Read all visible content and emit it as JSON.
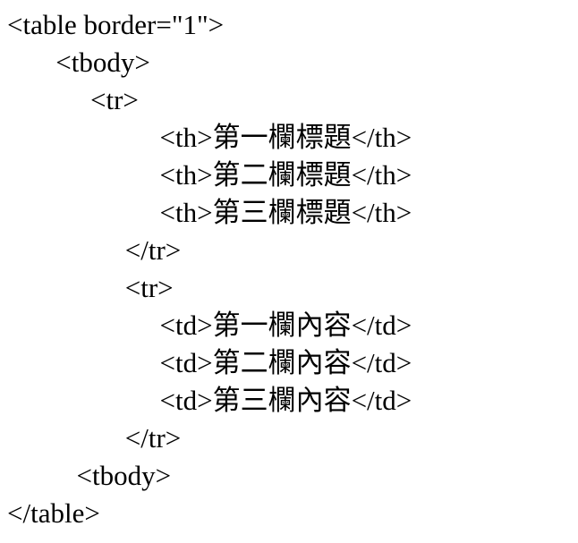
{
  "colors": {
    "background": "#ffffff",
    "text": "#000000"
  },
  "code": {
    "language": "html",
    "description": "HTML table markup example with Traditional Chinese header and cell text",
    "lines": [
      "<table border=\"1\">",
      "       <tbody>",
      "            <tr>",
      "                      <th>第一欄標題</th>",
      "                      <th>第二欄標題</th>",
      "                      <th>第三欄標題</th>",
      "                 </tr>",
      "                 <tr>",
      "                      <td>第一欄內容</td>",
      "                      <td>第二欄內容</td>",
      "                      <td>第三欄內容</td>",
      "                 </tr>",
      "          <tbody>",
      "</table>"
    ]
  }
}
